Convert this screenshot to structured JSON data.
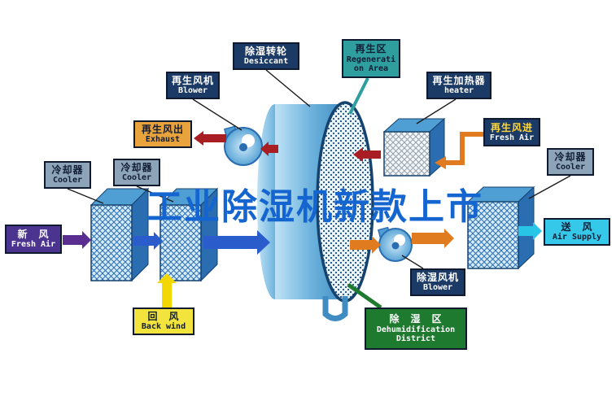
{
  "watermark": {
    "text": "工业除湿机新款上市",
    "color": "#1565d0"
  },
  "labels": {
    "regen_blower": {
      "zh": "再生风机",
      "en": "Blower"
    },
    "desiccant": {
      "zh": "除湿转轮",
      "en": "Desiccant"
    },
    "regen_area": {
      "zh": "再生区",
      "en1": "Regenerati",
      "en2": "on Area"
    },
    "heater": {
      "zh": "再生加热器",
      "en": "heater"
    },
    "exhaust": {
      "zh": "再生风出",
      "en": "Exhaust"
    },
    "regen_fresh_air": {
      "zh": "再生风进",
      "en": "Fresh Air"
    },
    "cooler_left": {
      "zh": "冷却器",
      "en": "Cooler"
    },
    "cooler_mid": {
      "zh": "冷却器",
      "en": "Cooler"
    },
    "cooler_right": {
      "zh": "冷却器",
      "en": "Cooler"
    },
    "fresh_air": {
      "zh": "新　风",
      "en": "Fresh Air"
    },
    "back_wind": {
      "zh": "回　风",
      "en": "Back wind"
    },
    "dehumid_blower": {
      "zh": "除湿风机",
      "en": "Blower"
    },
    "dehumid_district": {
      "zh": "除　湿　区",
      "en1": "Dehumidification",
      "en2": "District"
    },
    "air_supply": {
      "zh": "送　风",
      "en": "Air Supply"
    }
  },
  "palette": {
    "navy": "#1c3a66",
    "teal": "#2e9e9e",
    "orange": "#e8a33d",
    "yellow": "#f2e33d",
    "purple": "#4a3490",
    "green": "#1e7a2e",
    "cyan": "#35c8e8",
    "gray": "#8da3b8",
    "dark": "#101d35",
    "white": "#ffffff",
    "yellow_text": "#ffd83d",
    "arrow_blue": "#2a5ccc",
    "arrow_purple": "#5a2d91",
    "arrow_yellow": "#f2d800",
    "arrow_darkred": "#a81e22",
    "arrow_orange": "#e07b20",
    "arrow_cyan": "#29c5e6"
  }
}
